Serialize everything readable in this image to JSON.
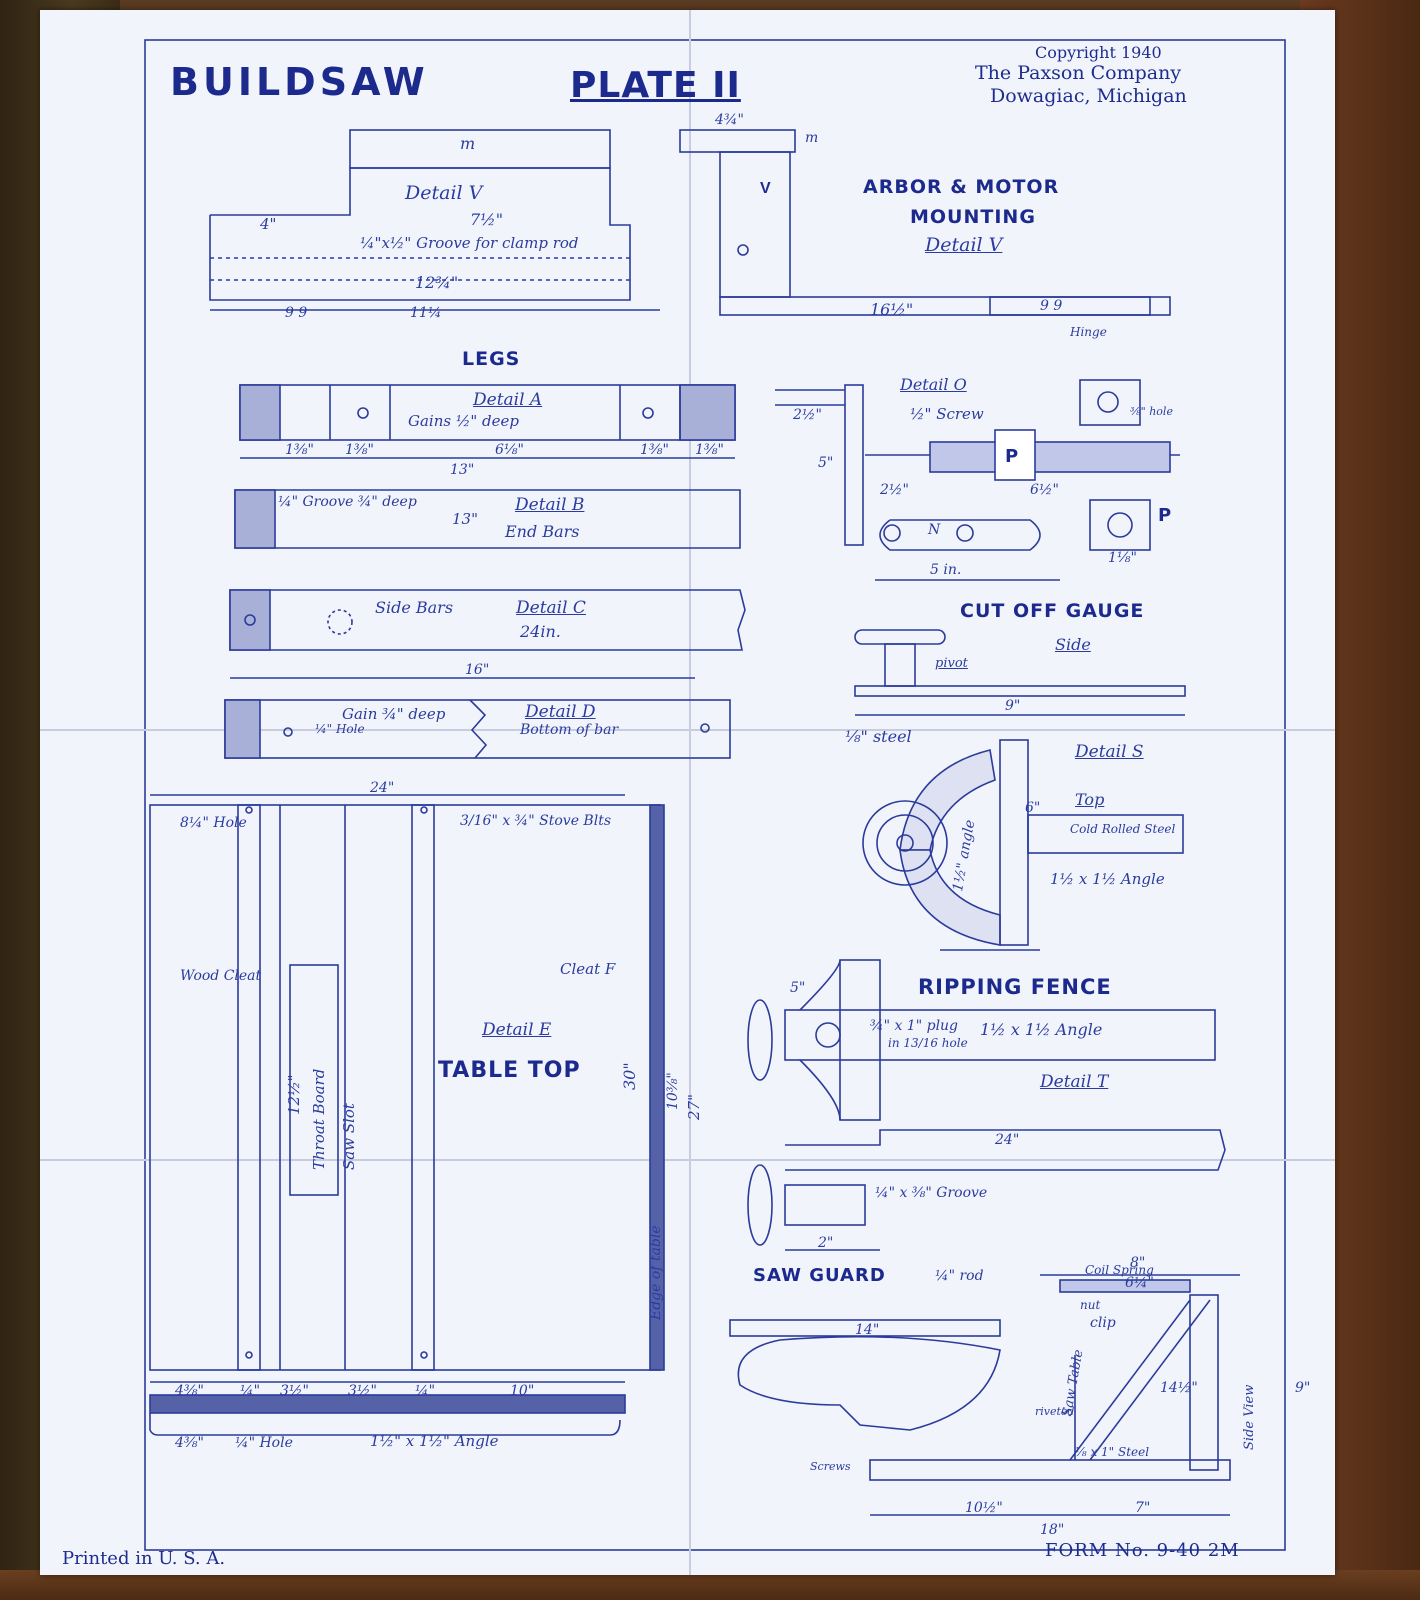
{
  "header": {
    "brand": "BUILDSAW",
    "plate": "PLATE II",
    "copyright": "Copyright 1940",
    "company": "The Paxson Company",
    "city": "Dowagiac, Michigan"
  },
  "sections": {
    "arbor": {
      "title_line1": "ARBOR & MOTOR",
      "title_line2": "MOUNTING",
      "subtitle": "Detail V",
      "labels": [
        "m",
        "Detail V",
        "7½\"",
        "4\"",
        "¼\"x½\" Groove for clamp rod",
        "12¾\"",
        "9 9",
        "11¼",
        "4¾\"",
        "16½\"",
        "9 9",
        "V",
        "m",
        "Hinge"
      ]
    },
    "legs": {
      "title": "LEGS",
      "detail_a": "Detail A",
      "detail_a_note": "Gains ½\" deep",
      "detail_a_dims": [
        "1⅜\"",
        "1⅜\"",
        "6⅛\"",
        "1⅜\"",
        "1⅜\"",
        "13\""
      ],
      "detail_b": "Detail B",
      "detail_b_note": "End Bars",
      "detail_b_groove": "¼\" Groove ¾\" deep",
      "detail_b_len": "13\"",
      "detail_c": "Detail C",
      "detail_c_note": "Side Bars",
      "detail_c_len": "24in.",
      "detail_d": "Detail D",
      "detail_d_note": "Bottom of bar",
      "detail_d_gain": "Gain ¾\" deep",
      "detail_d_hole": "¼\" Hole",
      "detail_d_len": "16\""
    },
    "detail_o": {
      "title": "Detail O",
      "screw": "½\" Screw",
      "dims": [
        "2½\"",
        "5\"",
        "2½\"",
        "6½\"",
        "5 in.",
        "1⅛\"",
        "⅜\" hole"
      ],
      "p": "P",
      "n": "N"
    },
    "cut_off": {
      "title": "CUT OFF GAUGE",
      "side": "Side",
      "pivot": "pivot",
      "steel": "⅛\" steel",
      "nine": "9\"",
      "detail_s": "Detail S",
      "top": "Top",
      "cold": "Cold Rolled Steel",
      "angle": "1½ x 1½ Angle",
      "angle_v": "1½\" angle",
      "six": "6\""
    },
    "table": {
      "detail_e": "Detail E",
      "title": "TABLE TOP",
      "hole": "8¼\" Hole",
      "stove": "3/16\" x ¾\" Stove Blts",
      "wood_cleat": "Wood Cleat",
      "cleat_f": "Cleat F",
      "throat": "Throat Board",
      "saw_slot": "Saw Slot",
      "edge": "Edge of table",
      "dims_top": "24\"",
      "dims_30": "30\"",
      "dims_27": "27\"",
      "dims_10": "10⅜\"",
      "dims_12": "12½\"",
      "dims_bottom": [
        "4⅜\"",
        "¼\"",
        "3½\"",
        "3½\"",
        "¼\"",
        "10\""
      ],
      "hole_bottom": "¼\" Hole",
      "angle_bottom": "1½\" x 1½\" Angle",
      "dim_4": "4⅜\""
    },
    "ripping": {
      "title": "RIPPING FENCE",
      "detail_t": "Detail T",
      "plug": "¾\" x 1\" plug",
      "plug2": "in 13/16 hole",
      "angle": "1½ x 1½ Angle",
      "groove": "¼\" x ⅜\" Groove",
      "len": "24\"",
      "five": "5\"",
      "two": "2\""
    },
    "guard": {
      "title": "SAW GUARD",
      "rod": "¼\" rod",
      "coil": "Coil Spring",
      "clip": "clip",
      "saw_table": "Saw Table",
      "side_view": "Side View",
      "steel": "⅛ x 1\" Steel",
      "dims": [
        "8\"",
        "6¼\"",
        "14\"",
        "14½\"",
        "9\"",
        "10½\"",
        "7\"",
        "18\""
      ],
      "screws": "Screws",
      "riveted": "riveted",
      "nut": "nut"
    }
  },
  "footer": {
    "left": "Printed in U. S. A.",
    "right": "FORM No. 9-40  2M"
  },
  "colors": {
    "ink": "#1d2d8f",
    "paper": "#f2f4fb"
  }
}
